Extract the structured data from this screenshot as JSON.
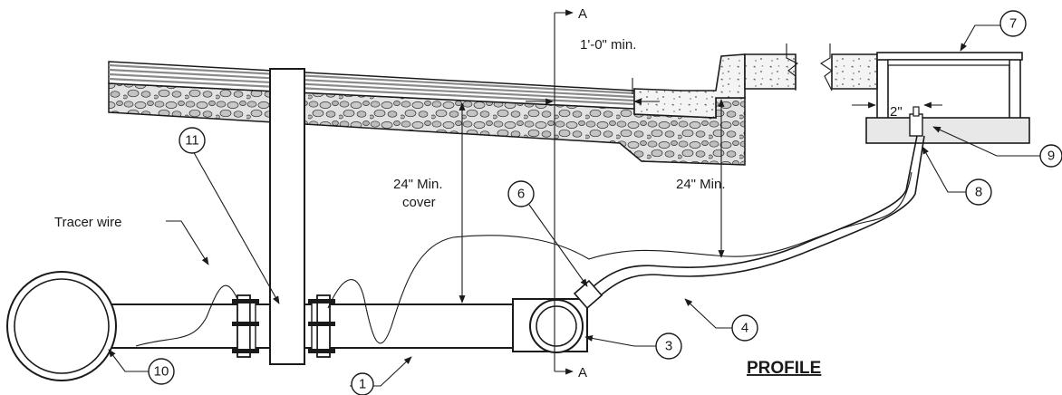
{
  "labels": {
    "section_a_top": "A",
    "section_a_bottom": "A",
    "dim_1ft_min": "1'-0\" min.",
    "dim_2in": "2\"",
    "dim_24_cover_line1": "24\" Min.",
    "dim_24_cover_line2": "cover",
    "dim_24_min": "24\" Min.",
    "tracer_wire": "Tracer wire",
    "profile_title": "PROFILE"
  },
  "callouts": {
    "c1": "1",
    "c3": "3",
    "c4": "4",
    "c6": "6",
    "c7": "7",
    "c8": "8",
    "c9": "9",
    "c10": "10",
    "c11": "11"
  },
  "colors": {
    "line": "#1a1a1a",
    "aggregate": "#d9d9d9",
    "pavement_stripe": "#8a8a8a",
    "concrete": "#f4f4f4"
  }
}
